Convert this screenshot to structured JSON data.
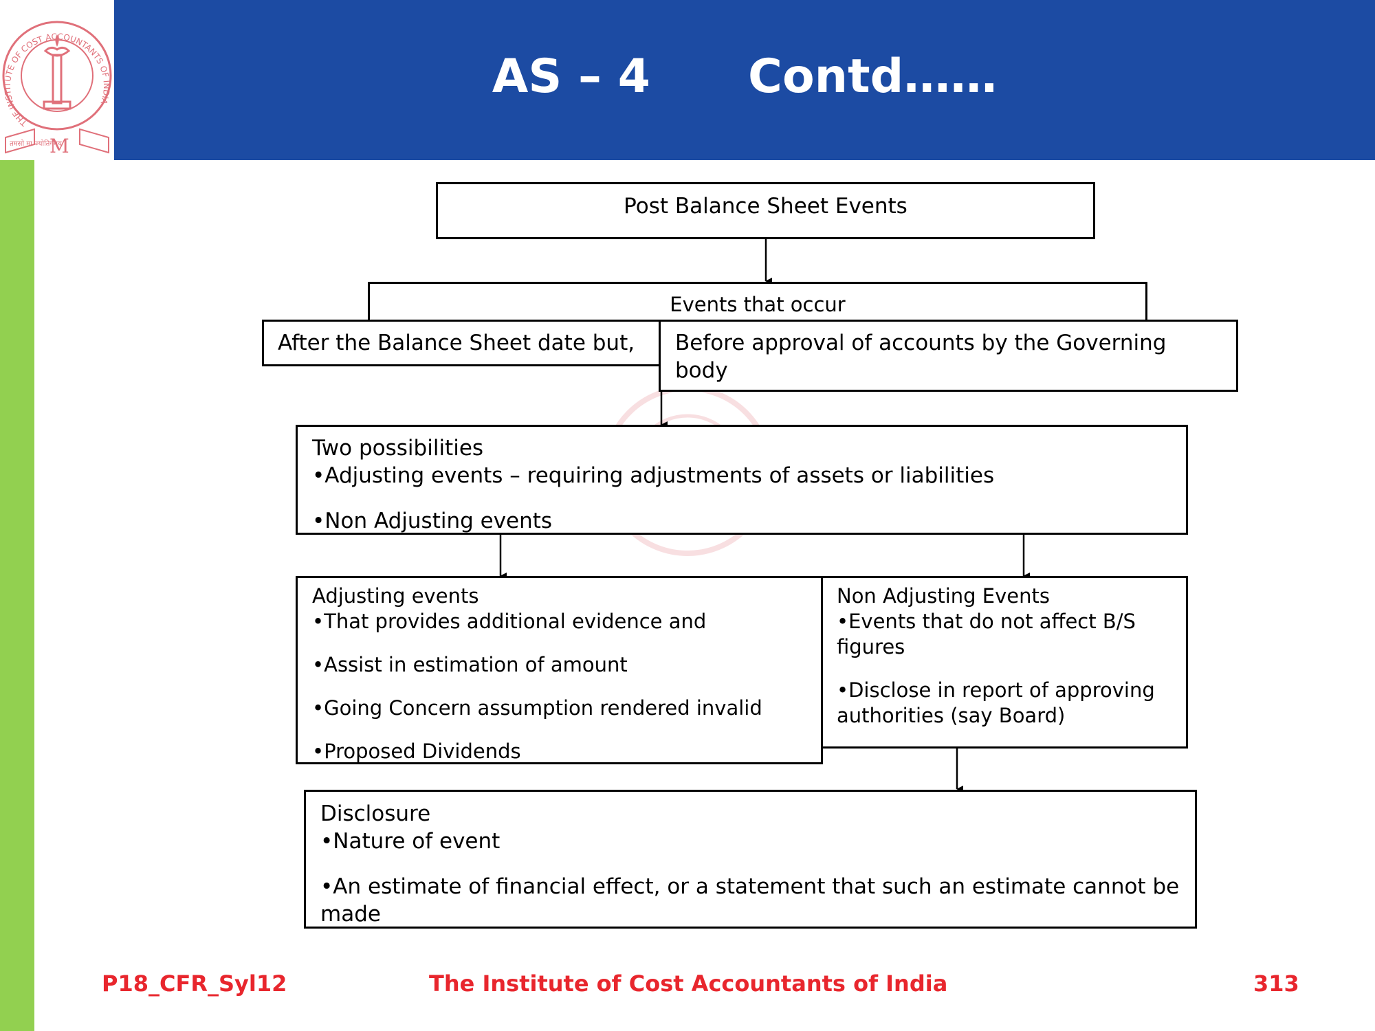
{
  "slide": {
    "title_left": "AS – 4",
    "title_right": "Contd……"
  },
  "colors": {
    "header": "#1c4ba3",
    "accent_bar": "#92d050",
    "footer_text": "#e8262d"
  },
  "diagram": {
    "top": "Post Balance Sheet Events",
    "occur": "Events that occur",
    "after": "After the Balance Sheet date but,",
    "before": "Before approval of accounts by the Governing body",
    "two": {
      "heading": "Two possibilities",
      "item1": "•Adjusting events – requiring adjustments of assets or liabilities",
      "item2": "•Non Adjusting events"
    },
    "adjusting": {
      "heading": "Adjusting events",
      "item1": "•That provides additional evidence and",
      "item2": "•Assist in estimation of amount",
      "item3": "•Going Concern assumption rendered invalid",
      "item4": "•Proposed Dividends"
    },
    "non_adjusting": {
      "heading": "Non Adjusting Events",
      "item1": "•Events that do not affect B/S figures",
      "item2": "•Disclose in report  of approving authorities (say Board)"
    },
    "disclosure": {
      "heading": "Disclosure",
      "item1": "•Nature of event",
      "item2": "•An estimate of financial effect, or a statement that such an estimate cannot be made"
    }
  },
  "footer": {
    "code": "P18_CFR_Syl12",
    "institute": "The Institute of Cost Accountants of India",
    "page": "313"
  },
  "logo": {
    "ring_text": "THE INSTITUTE OF COST ACCOUNTANTS OF INDIA",
    "motto": "तमसो मा ज्योतिर्गमय",
    "initial": "M"
  }
}
